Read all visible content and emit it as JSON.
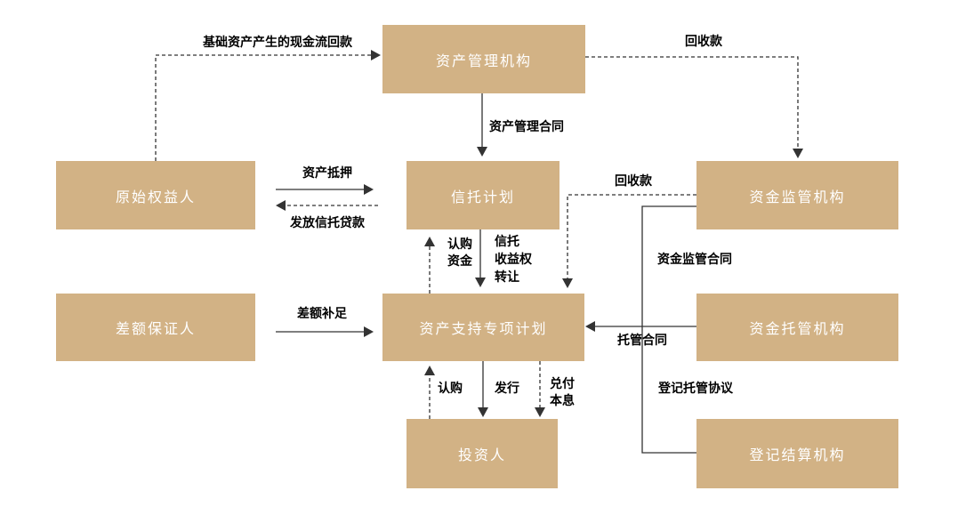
{
  "colors": {
    "box": "#d2b285",
    "box_text": "#ffffff",
    "line": "#333333",
    "label_text": "#000000"
  },
  "nodes": {
    "asset_manager": "资产管理机构",
    "original_obligor": "原始权益人",
    "trust_plan": "信托计划",
    "fund_supervisor": "资金监管机构",
    "guarantor": "差额保证人",
    "abs_plan": "资产支持专项计划",
    "fund_custodian": "资金托管机构",
    "investors": "投资人",
    "registrar": "登记结算机构"
  },
  "edges": {
    "cashflow_to_manager": "基础资产产生的现金流回款",
    "recovery_to_supervisor": "回收款",
    "asset_management_contract": "资产管理合同",
    "asset_collateral": "资产抵押",
    "trust_loan_grant": "发放信托贷款",
    "recovery_to_plan": "回收款",
    "subscription_funds": "认购\n资金",
    "trust_beneficiary_transfer": "信托\n收益权\n转让",
    "shortfall_makeup": "差额补足",
    "fund_supervision_contract": "资金监管合同",
    "custody_contract": "托管合同",
    "registration_custody_agreement": "登记托管协议",
    "subscribe": "认购",
    "issue": "发行",
    "principal_interest_payment": "兑付\n本息"
  }
}
